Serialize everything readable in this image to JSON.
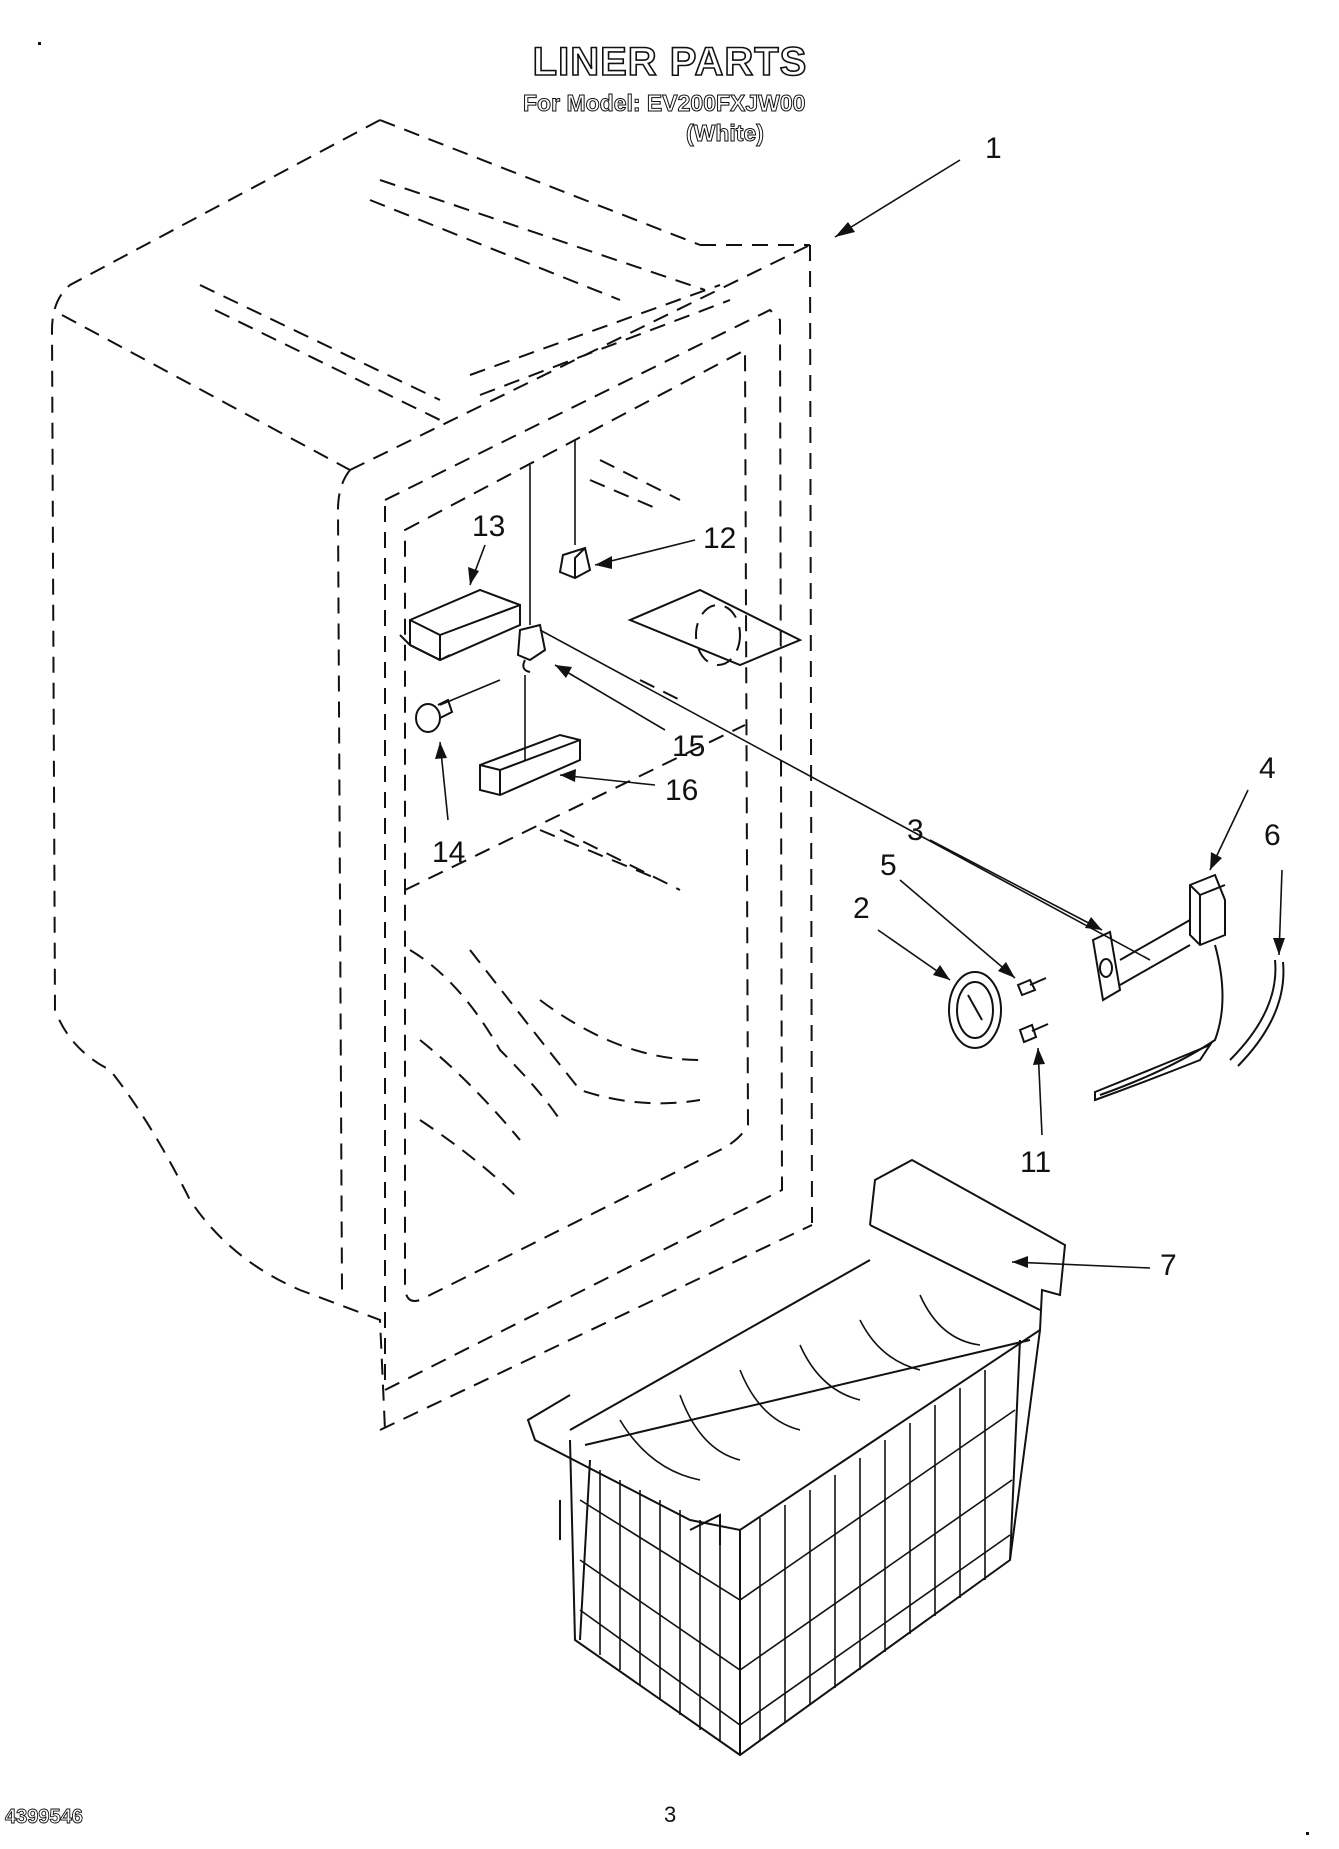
{
  "header": {
    "title": "LINER PARTS",
    "model_line": "For Model: EV200FXJW00",
    "variant": "(White)"
  },
  "footer": {
    "doc_number": "4399546",
    "page_number": "3"
  },
  "callouts": [
    {
      "id": "1",
      "label": "1"
    },
    {
      "id": "2",
      "label": "2"
    },
    {
      "id": "3",
      "label": "3"
    },
    {
      "id": "4",
      "label": "4"
    },
    {
      "id": "5",
      "label": "5"
    },
    {
      "id": "6",
      "label": "6"
    },
    {
      "id": "7",
      "label": "7"
    },
    {
      "id": "11",
      "label": "11"
    },
    {
      "id": "12",
      "label": "12"
    },
    {
      "id": "13",
      "label": "13"
    },
    {
      "id": "14",
      "label": "14"
    },
    {
      "id": "15",
      "label": "15"
    },
    {
      "id": "16",
      "label": "16"
    }
  ]
}
